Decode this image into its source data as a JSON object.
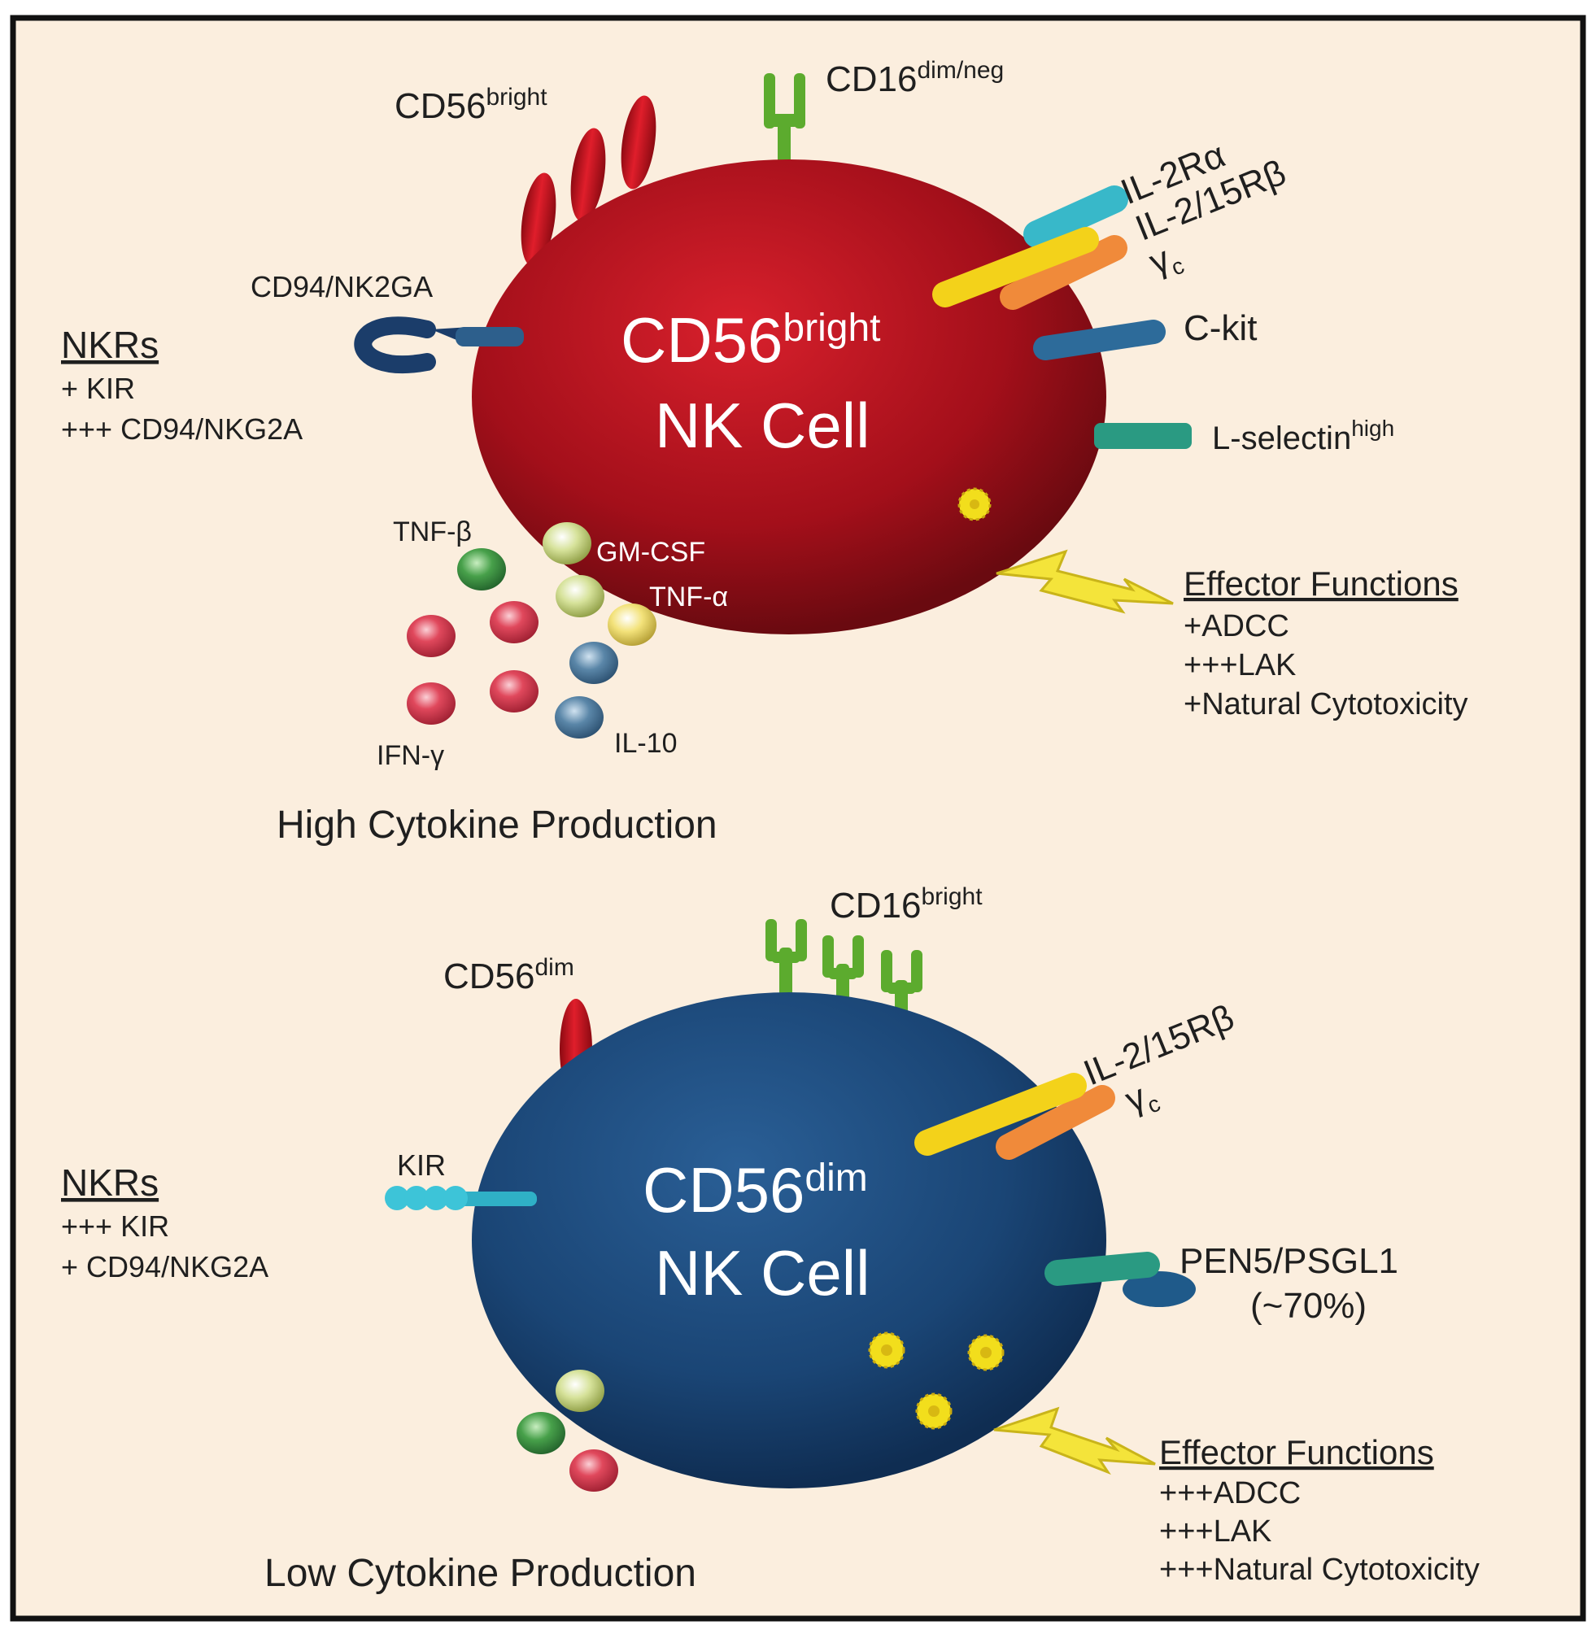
{
  "bright_panel": {
    "cell_title_1": "CD56",
    "cell_title_sup": "bright",
    "cell_title_2": "NK Cell",
    "cd56_label": "CD56",
    "cd56_sup": "bright",
    "cd16_label": "CD16",
    "cd16_sup": "dim/neg",
    "il2ra_label": "IL-2Rα",
    "il215rb_label": "IL-2/15Rβ",
    "gamma_label": "γ",
    "gamma_sub": "c",
    "ckit_label": "C-kit",
    "lselectin_label": "L-selectin",
    "lselectin_sup": "high",
    "cd94_label": "CD94/NK2GA",
    "nkrs_title": "NKRs",
    "nkrs_items": [
      "+ KIR",
      "+++ CD94/NKG2A"
    ],
    "cytokines": {
      "tnfb": "TNF-β",
      "gmcsf": "GM-CSF",
      "tnfa": "TNF-α",
      "ifng": "IFN-γ",
      "il10": "IL-10"
    },
    "effector_title": "Effector Functions",
    "effector_items": [
      "+ADCC",
      "+++LAK",
      "+Natural Cytotoxicity"
    ],
    "production_label": "High Cytokine Production"
  },
  "dim_panel": {
    "cell_title_1": "CD56",
    "cell_title_sup": "dim",
    "cell_title_2": "NK Cell",
    "cd56_label": "CD56",
    "cd56_sup": "dim",
    "cd16_label": "CD16",
    "cd16_sup": "bright",
    "il215rb_label": "IL-2/15Rβ",
    "gamma_label": "γ",
    "gamma_sub": "c",
    "kir_label": "KIR",
    "pen5_label": "PEN5/PSGL1",
    "pen5_pct": "(~70%)",
    "nkrs_title": "NKRs",
    "nkrs_items": [
      "+++ KIR",
      "+ CD94/NKG2A"
    ],
    "effector_title": "Effector Functions",
    "effector_items": [
      "+++ADCC",
      "+++LAK",
      "+++Natural Cytotoxicity"
    ],
    "production_label": "Low Cytokine Production"
  },
  "colors": {
    "background": "#fbeede",
    "frame": "#111111",
    "bright_cell": "#b3101c",
    "dim_cell": "#1c4a7c",
    "cd56_marker": "#c8131f",
    "cd16_marker": "#5cab2e",
    "il2ra_receptor": "#38b8c9",
    "il215rb_receptor": "#f3d21a",
    "gamma_receptor": "#f08a3a",
    "ckit_receptor": "#2d6b9a",
    "lselectin_receptor": "#2a9a82",
    "kir_receptor": "#3dc4d8",
    "granule": "#f2de1c",
    "lightning": "#f4e43a",
    "cytokine_red": "#e0485c",
    "cytokine_green": "#47a04a",
    "cytokine_lightgreen": "#d6e29a",
    "cytokine_yellow": "#f3e27a",
    "cytokine_blue": "#5a86a8"
  }
}
